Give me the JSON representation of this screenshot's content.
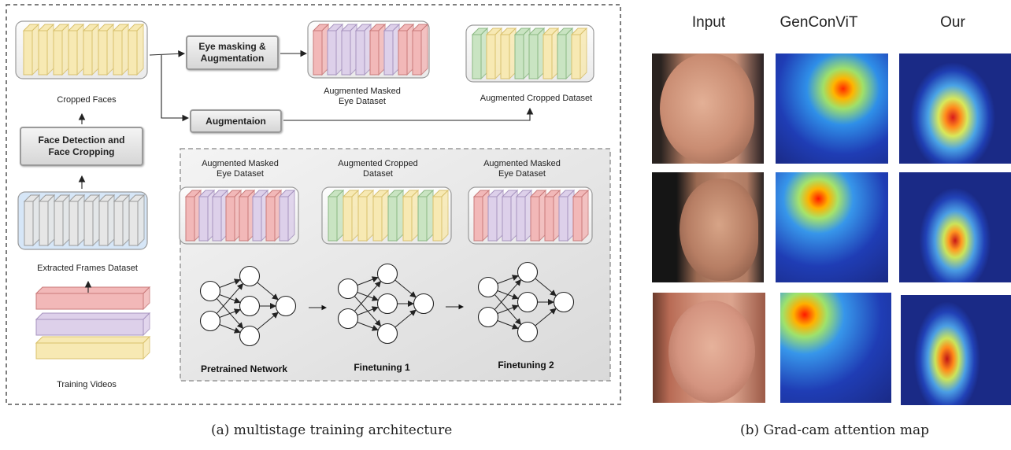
{
  "diagram": {
    "cropped_faces": "Cropped Faces",
    "eye_masking_l1": "Eye masking &",
    "eye_masking_l2": "Augmentation",
    "aug_masked_l1": "Augmented Masked",
    "aug_masked_l2": "Eye Dataset",
    "aug_cropped": "Augmented Cropped Dataset",
    "augmentaion": "Augmentaion",
    "face_det_l1": "Face Detection and",
    "face_det_l2": "Face Cropping",
    "extracted_frames": "Extracted Frames Dataset",
    "training_videos": "Training Videos",
    "inner_masked1_l1": "Augmented Masked",
    "inner_masked1_l2": "Eye Dataset",
    "inner_cropped_l1": "Augmented Cropped",
    "inner_cropped_l2": "Dataset",
    "inner_masked2_l1": "Augmented Masked",
    "inner_masked2_l2": "Eye Dataset",
    "pretrained": "Pretrained Network",
    "finetune1": "Finetuning 1",
    "finetune2": "Finetuning 2"
  },
  "gradcam": {
    "col_input": "Input",
    "col_genconvit": "GenConViT",
    "col_our": "Our"
  },
  "captions": {
    "a": "(a) multistage training architecture",
    "b": "(b) Grad-cam attention map"
  },
  "colors": {
    "yellow": "#f7e9b3",
    "red": "#f2b8b8",
    "purple": "#ddd0ea",
    "green": "#c9e4c2",
    "gray": "#e6e6e6",
    "blue_panel": "#d6e6f7"
  }
}
